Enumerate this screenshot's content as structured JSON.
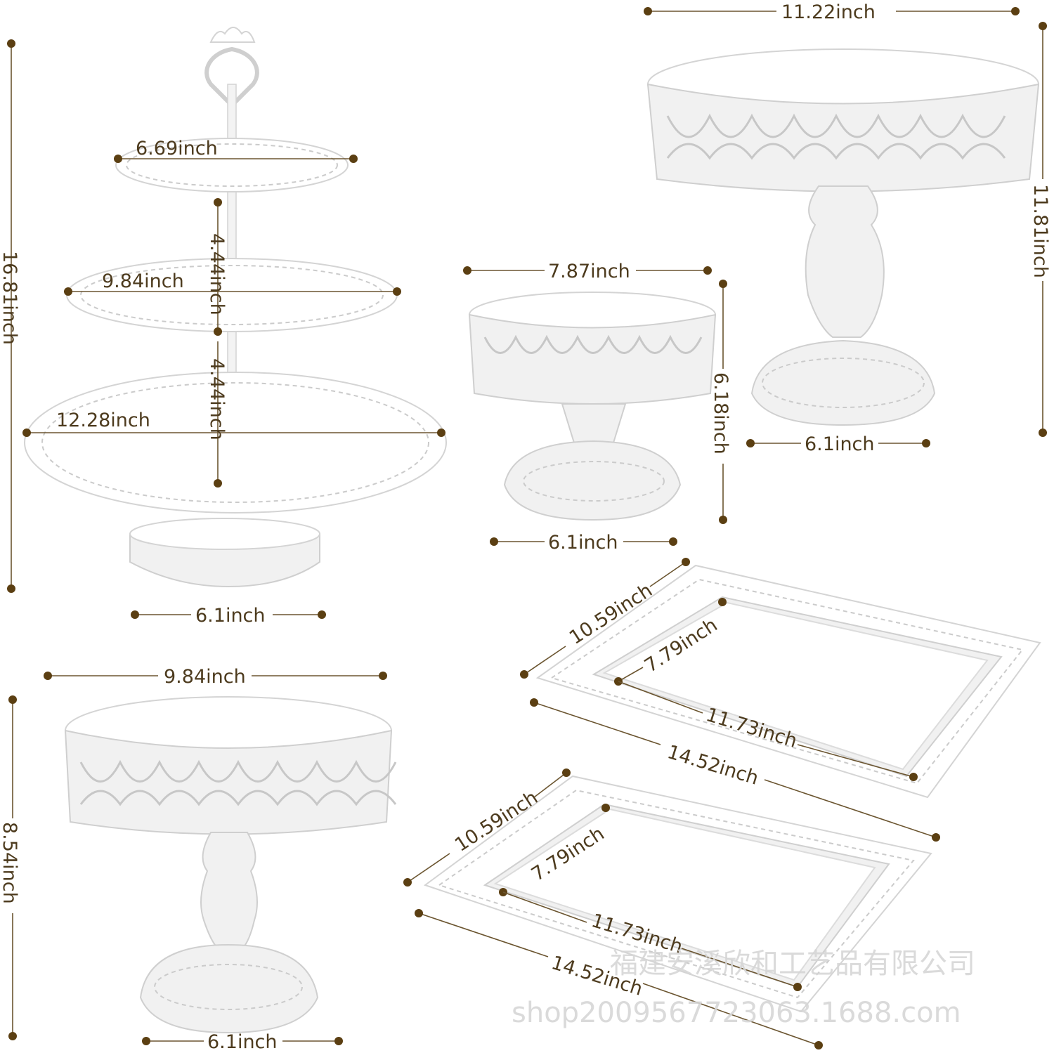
{
  "image": {
    "description_items": [
      "three-tier-cake-stand",
      "large-round-cake-stand",
      "small-round-cake-stand",
      "medium-round-cake-stand",
      "square-tray-upper",
      "square-tray-lower"
    ]
  },
  "colors": {
    "background": "#ffffff",
    "dimension_text": "#4d3b1e",
    "dimension_dot": "#5b3f12",
    "product": "#ffffff"
  },
  "dimensions": {
    "tier_top_width": "6.69inch",
    "tier_mid_width": "9.84inch",
    "tier_bottom_width": "12.28inch",
    "tier_gap_upper": "4.44inch",
    "tier_gap_lower": "4.44inch",
    "tier_total_height": "16.81inch",
    "tier_base_width": "6.1inch",
    "large_stand_width": "11.22inch",
    "large_stand_height": "11.81inch",
    "large_stand_base": "6.1inch",
    "small_stand_width": "7.87inch",
    "small_stand_height": "6.18inch",
    "small_stand_base": "6.1inch",
    "medium_stand_width": "9.84inch",
    "medium_stand_height": "8.54inch",
    "medium_stand_base": "6.1inch",
    "tray1_depth_outer": "10.59inch",
    "tray1_depth_inner": "7.79inch",
    "tray1_width_inner": "11.73inch",
    "tray1_width_outer": "14.52inch",
    "tray2_depth_outer": "10.59inch",
    "tray2_depth_inner": "7.79inch",
    "tray2_width_inner": "11.73inch",
    "tray2_width_outer": "14.52inch"
  },
  "watermark": {
    "line1": "福建安溪欣和工艺品有限公司",
    "line2": "shop2009567723063.1688.com"
  }
}
